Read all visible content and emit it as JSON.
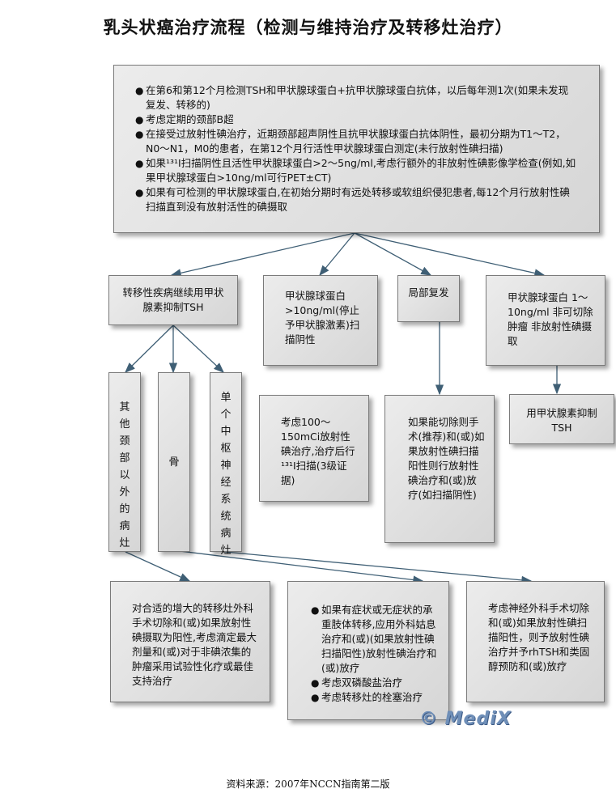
{
  "title": "乳头状癌治疗流程（检测与维持治疗及转移灶治疗）",
  "top_box": {
    "items": [
      "在第6和第12个月检测TSH和甲状腺球蛋白+抗甲状腺球蛋白抗体，以后每年测1次(如果未发现复发、转移的)",
      "考虑定期的颈部B超",
      "在接受过放射性碘治疗，近期颈部超声阴性且抗甲状腺球蛋白抗体阴性，最初分期为T1～T2，N0～N1，M0的患者，在第12个月行活性甲状腺球蛋白测定(未行放射性碘扫描)",
      "如果¹³¹Ⅰ扫描阴性且活性甲状腺球蛋白>2～5ng/ml,考虑行额外的非放射性碘影像学检查(例如,如果甲状腺球蛋白>10ng/ml可行PET±CT)",
      "如果有可检测的甲状腺球蛋白,在初始分期时有远处转移或软组织侵犯患者,每12个月行放射性碘扫描直到没有放射活性的碘摄取"
    ]
  },
  "mid_boxes": {
    "metastatic": "转移性疾病继续用甲状腺素抑制TSH",
    "tg_high": "甲状腺球蛋白>10ng/ml(停止予甲状腺激素)扫描阴性",
    "local": "局部复发",
    "tg_low": "甲状腺球蛋白 1～10ng/ml 非可切除肿瘤 非放射性碘摄取"
  },
  "vertical_boxes": {
    "non_neck": "其他颈部以外的病灶",
    "bone": "骨",
    "cns": "单个中枢神经系统病灶"
  },
  "result_boxes": {
    "rai_100": "考虑100～150mCi放射性碘治疗,治疗后行¹³¹Ⅰ扫描(3级证据)",
    "surgery": "如果能切除则手术(推荐)和(或)如果放射性碘扫描阳性则行放射性碘治疗和(或)放疗(如扫描阴性)",
    "thyroxine": "用甲状腺素抑制TSH"
  },
  "bottom_boxes": {
    "non_neck_tx": "对合适的增大的转移灶外科手术切除和(或)如果放射性碘摄取为阳性,考虑滴定最大剂量和(或)对于非碘浓集的肿瘤采用试验性化疗或最佳支持治疗",
    "bone_tx": [
      "如果有症状或无症状的承重肢体转移,应用外科姑息治疗和(或)(如果放射性碘扫描阳性)放射性碘治疗和(或)放疗",
      "考虑双磷酸盐治疗",
      "考虑转移灶的栓塞治疗"
    ],
    "cns_tx": "考虑神经外科手术切除和(或)如果放射性碘扫描阳性，则予放射性碘治疗并予rhTSH和类固醇预防和(或)放疗"
  },
  "bullet_symbol": "●",
  "watermark": "© MediX",
  "source": "资料来源：2007年NCCN指南第二版"
}
